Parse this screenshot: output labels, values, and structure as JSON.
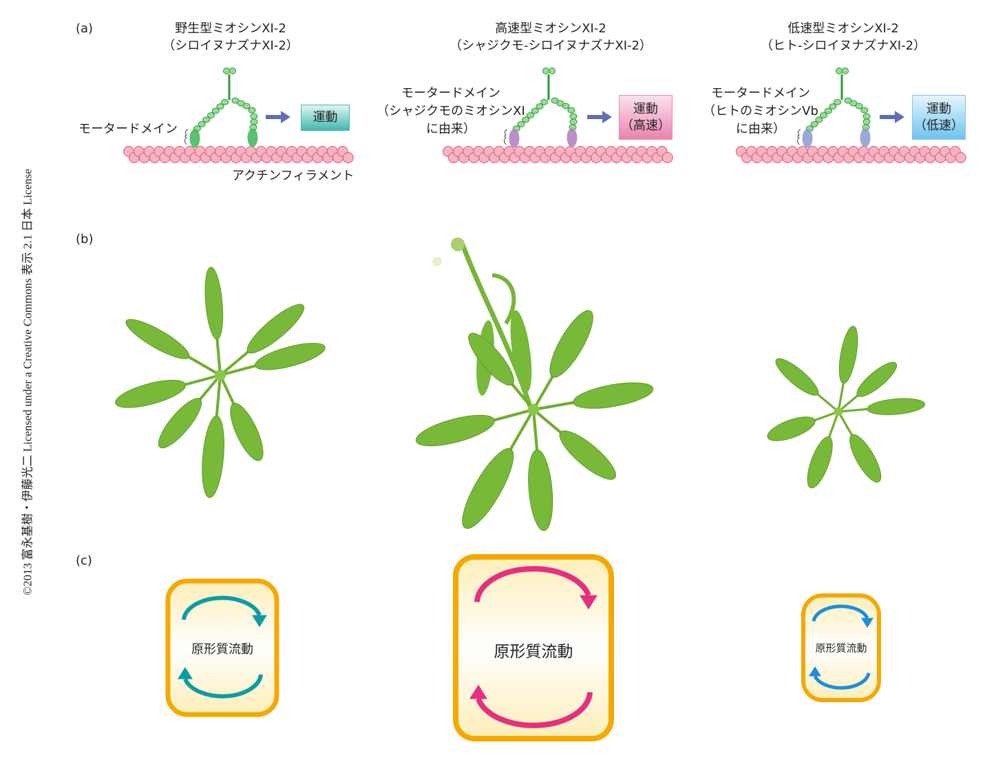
{
  "credit": "©2013 富永基樹・伊藤光二 Licensed under a Creative Commons 表示 2.1 日本 License",
  "panels": {
    "a": {
      "label": "(a)",
      "columns": [
        {
          "title": "野生型ミオシンXI-2",
          "subtitle": "（シロイヌナズナXI-2）",
          "motor_label": [
            "モータードメイン"
          ],
          "filament_label": "アクチンフィラメント",
          "result": [
            "運動"
          ],
          "head_color": "#3bb85a",
          "result_color": "#3fb7b2"
        },
        {
          "title": "高速型ミオシンXI-2",
          "subtitle": "（シャジクモ-シロイヌナズナXI-2）",
          "motor_label": [
            "モータードメイン",
            "（シャジクモのミオシンXI",
            "に由来）"
          ],
          "result": [
            "運動",
            "（高速）"
          ],
          "head_color": "#b07cc0",
          "result_color": "#e889b2"
        },
        {
          "title": "低速型ミオシンXI-2",
          "subtitle": "（ヒト-シロイヌナズナXI-2）",
          "motor_label": [
            "モータードメイン",
            "（ヒトのミオシンVb",
            "に由来）"
          ],
          "result": [
            "運動",
            "（低速）"
          ],
          "head_color": "#8a9bd0",
          "result_color": "#7cc8ee"
        }
      ]
    },
    "b": {
      "label": "(b)"
    },
    "c": {
      "label": "(c)",
      "boxes": [
        {
          "text": "原形質流動",
          "arrow_color": "#0b9ca6",
          "border": "#f5a800"
        },
        {
          "text": "原形質流動",
          "arrow_color": "#e5307f",
          "border": "#f5a800"
        },
        {
          "text": "原形質流動",
          "arrow_color": "#1a8fdc",
          "border": "#f5a800"
        }
      ]
    }
  }
}
